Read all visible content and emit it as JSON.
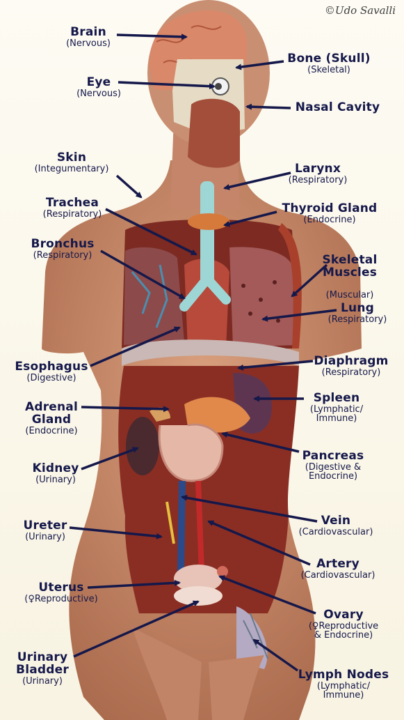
{
  "credit": "©Udo Savalli",
  "colors": {
    "label": "#15184a",
    "skin": "#c98a6a",
    "muscle": "#9c3a2a",
    "arrow": "#15184a"
  },
  "labels": [
    {
      "id": "brain",
      "name": "Brain",
      "system": "(Nervous)"
    },
    {
      "id": "bone",
      "name": "Bone (Skull)",
      "system": "(Skeletal)"
    },
    {
      "id": "eye",
      "name": "Eye",
      "system": "(Nervous)"
    },
    {
      "id": "nasal",
      "name": "Nasal Cavity",
      "system": ""
    },
    {
      "id": "skin",
      "name": "Skin",
      "system": "(Integumentary)"
    },
    {
      "id": "larynx",
      "name": "Larynx",
      "system": "(Respiratory)"
    },
    {
      "id": "trachea",
      "name": "Trachea",
      "system": "(Respiratory)"
    },
    {
      "id": "thyroid",
      "name": "Thyroid Gland",
      "system": "(Endocrine)"
    },
    {
      "id": "bronchus",
      "name": "Bronchus",
      "system": "(Respiratory)"
    },
    {
      "id": "skeletal",
      "name": "Skeletal\nMuscles",
      "system": "(Muscular)"
    },
    {
      "id": "lung",
      "name": "Lung",
      "system": "(Respiratory)"
    },
    {
      "id": "esophagus",
      "name": "Esophagus",
      "system": "(Digestive)"
    },
    {
      "id": "diaphragm",
      "name": "Diaphragm",
      "system": "(Respiratory)"
    },
    {
      "id": "adrenal",
      "name": "Adrenal\nGland",
      "system": "(Endocrine)"
    },
    {
      "id": "spleen",
      "name": "Spleen",
      "system": "(Lymphatic/\nImmune)"
    },
    {
      "id": "kidney",
      "name": "Kidney",
      "system": "(Urinary)"
    },
    {
      "id": "pancreas",
      "name": "Pancreas",
      "system": "(Digestive &\nEndocrine)"
    },
    {
      "id": "ureter",
      "name": "Ureter",
      "system": "(Urinary)"
    },
    {
      "id": "vein",
      "name": "Vein",
      "system": "(Cardiovascular)"
    },
    {
      "id": "artery",
      "name": "Artery",
      "system": "(Cardiovascular)"
    },
    {
      "id": "uterus",
      "name": "Uterus",
      "system": "(♀Reproductive)"
    },
    {
      "id": "ovary",
      "name": "Ovary",
      "system": "(♀Reproductive\n& Endocrine)"
    },
    {
      "id": "bladder",
      "name": "Urinary\nBladder",
      "system": "(Urinary)"
    },
    {
      "id": "lymph",
      "name": "Lymph Nodes",
      "system": "(Lymphatic/\nImmune)"
    }
  ]
}
